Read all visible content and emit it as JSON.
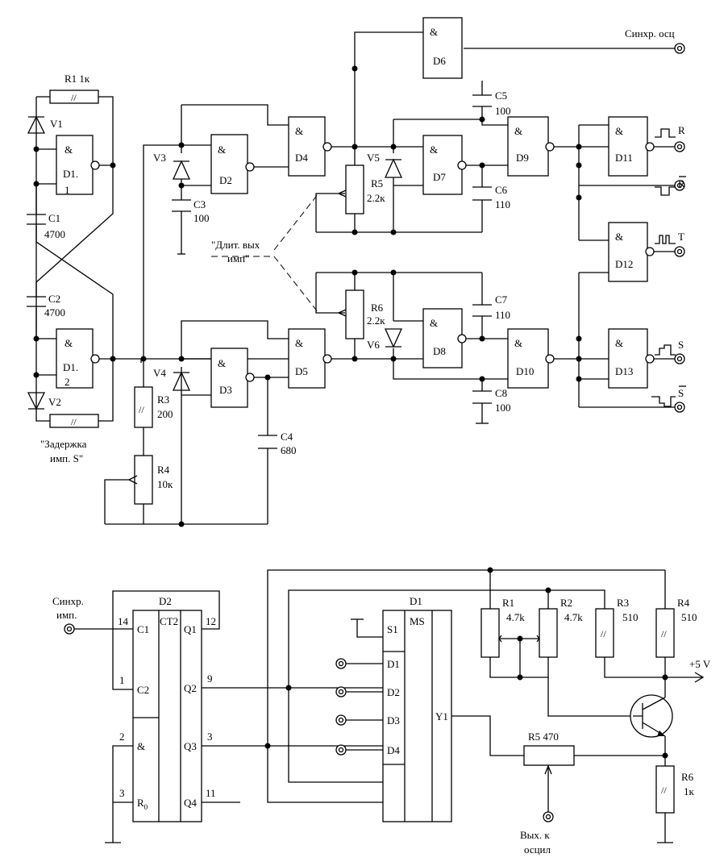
{
  "top": {
    "gates": [
      "D1.\n1",
      "D1.\n2",
      "D2",
      "D3",
      "D4",
      "D5",
      "D6",
      "D7",
      "D8",
      "D9",
      "D10",
      "D11",
      "D12",
      "D13"
    ],
    "gate_and": "&",
    "R1": "R1 1к",
    "V1": "V1",
    "V2": "V2",
    "V3": "V3",
    "V4": "V4",
    "V5": "V5",
    "V6": "V6",
    "C1": "C1",
    "C1v": "4700",
    "C2": "C2",
    "C2v": "4700",
    "C3": "C3",
    "C3v": "100",
    "C4": "C4",
    "C4v": "680",
    "C5": "C5",
    "C5v": "100",
    "C6": "C6",
    "C6v": "110",
    "C7": "C7",
    "C7v": "110",
    "C8": "C8",
    "C8v": "100",
    "R3": "R3",
    "R3v": "200",
    "R4": "R4",
    "R4v": "10к",
    "R5": "R5",
    "R5v": "2.2к",
    "R6": "R6",
    "R6v": "2.2к",
    "delay_note_1": "\"Задержка",
    "delay_note_2": "имп. S\"",
    "dur_note_1": "\"Длит. вых",
    "dur_note_2": "имп\"",
    "sync_osc": "Синхр. осц",
    "out_R": "R",
    "out_Rbar": "R",
    "out_T": "T",
    "out_S": "S",
    "out_Sbar": "S"
  },
  "bottom": {
    "D2": "D2",
    "CT2": "CT2",
    "pins_left": [
      "C1",
      "C2",
      "&",
      "R0"
    ],
    "pins_left_nums": [
      "14",
      "1",
      "2",
      "3"
    ],
    "pins_right": [
      "Q1",
      "Q2",
      "Q3",
      "Q4"
    ],
    "pins_right_nums": [
      "12",
      "9",
      "3",
      "11"
    ],
    "sync_in_1": "Синхр.",
    "sync_in_2": "имп.",
    "D1": "D1",
    "MS": "MS",
    "mux_pins": [
      "S1",
      "D1",
      "D2",
      "D3",
      "D4"
    ],
    "Y1": "Y1",
    "R1": "R1",
    "R1v": "4.7k",
    "R2": "R2",
    "R2v": "4.7k",
    "R3": "R3",
    "R3v": "510",
    "R4": "R4",
    "R4v": "510",
    "R5": "R5  470",
    "R6": "R6",
    "R6v": "1к",
    "vcc": "+5 V",
    "out_1": "Вых. к",
    "out_2": "осцил"
  }
}
